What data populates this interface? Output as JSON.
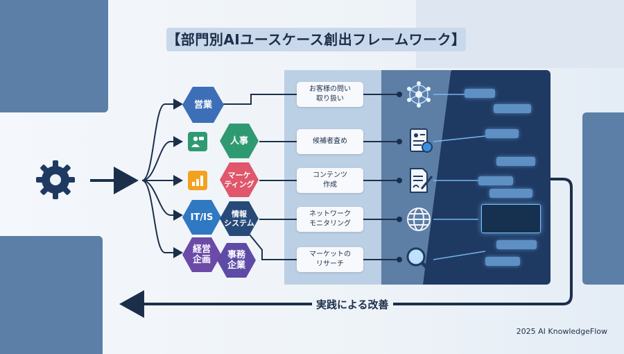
{
  "title": "【部門別AIユースケース創出フレームワーク】",
  "departments": [
    {
      "label": "営業",
      "color": "#3d6fb8"
    },
    {
      "label": "人事",
      "color": "#2f9a72"
    },
    {
      "label": "マーケ\nティング",
      "color": "#e0566b"
    },
    {
      "label": "IT/IS",
      "color": "#2f78c2"
    },
    {
      "label": "情報\nシステム",
      "color": "#274a78"
    },
    {
      "label": "経営\n企画",
      "color": "#6b4aa8"
    },
    {
      "label": "事務\n企業",
      "color": "#5d4ba6"
    }
  ],
  "tasks": [
    {
      "label": "お客様の問い\n取り扱い"
    },
    {
      "label": "候補者査め"
    },
    {
      "label": "コンテンツ\n作成"
    },
    {
      "label": "ネットワーク\nモニタリング"
    },
    {
      "label": "マーケットの\nリサーチ"
    }
  ],
  "icons": {
    "input": "gear-icon",
    "tasks": [
      "network-icon",
      "checklist-icon",
      "document-pen-icon",
      "globe-icon",
      "magnifier-icon"
    ],
    "small": [
      "user-chat-icon",
      "bar-chart-icon"
    ]
  },
  "feedback_label": "実践による改善",
  "copyright": "2025 AI KnowledgeFlow",
  "colors": {
    "primary_dark": "#1f3a62",
    "accent": "#5b7fa7",
    "glow": "#7fc2ff"
  }
}
